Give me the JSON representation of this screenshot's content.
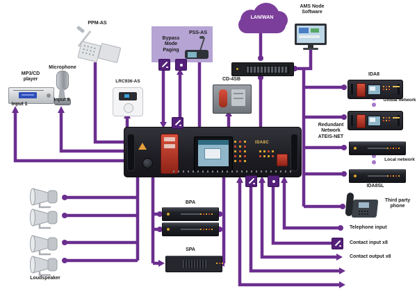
{
  "colors": {
    "line": "#6B2E8F",
    "cloud": "#7B3F9B",
    "connector": "#54217A",
    "bypass_box": "#B6A4D4",
    "dashed_link": "#A678C8",
    "label": "#1B1B1B"
  },
  "labels": {
    "mp3_player": "MP3/CD\nplayer",
    "input_1": "Input 1",
    "microphone": "Microphone",
    "input_8": "Input 8",
    "ppm_as": "PPM-AS",
    "wall_panel": "LRC936-AS",
    "bypass_mode": "Bypass\nMode\nPaging",
    "pss_as": "PSS-AS",
    "lan_wan": "LAN/WAN",
    "node_software": "AMS Node\nSoftware",
    "cd_phone": "CD-4SB",
    "console": "IDA8C",
    "ida8": "IDA8",
    "global_network": "Global network",
    "redundant_network": "Redundant\nNetwork\nATEIS-NET",
    "local_network": "Local network",
    "ida8sl": "IDA8SL",
    "third_party_phone": "Third party\nphone",
    "telephone_input": "Telephone input",
    "contact_input": "Contact input x8",
    "contact_output": "Contact output x8",
    "bpa": "BPA",
    "spa": "SPA",
    "loudspeaker": "Loudspeaker"
  }
}
